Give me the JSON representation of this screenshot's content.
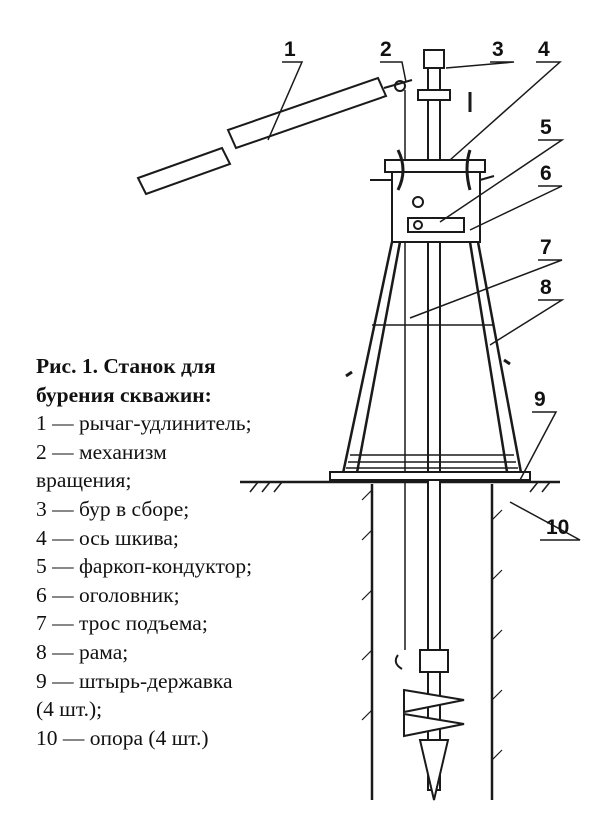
{
  "figure": {
    "title_line1": "Рис. 1. Станок для",
    "title_line2": "бурения скважин:",
    "legend": [
      "1 — рычаг-удлинитель;",
      "2 — механизм",
      "вращения;",
      "3 — бур в сборе;",
      "4 — ось шкива;",
      "5 — фаркоп-кондуктор;",
      "6 — оголовник;",
      "7 — трос подъема;",
      "8 — рама;",
      "9 — штырь-державка",
      "(4 шт.);",
      "10 — опора (4 шт.)"
    ],
    "callouts": [
      "1",
      "2",
      "3",
      "4",
      "5",
      "6",
      "7",
      "8",
      "9",
      "10"
    ]
  }
}
